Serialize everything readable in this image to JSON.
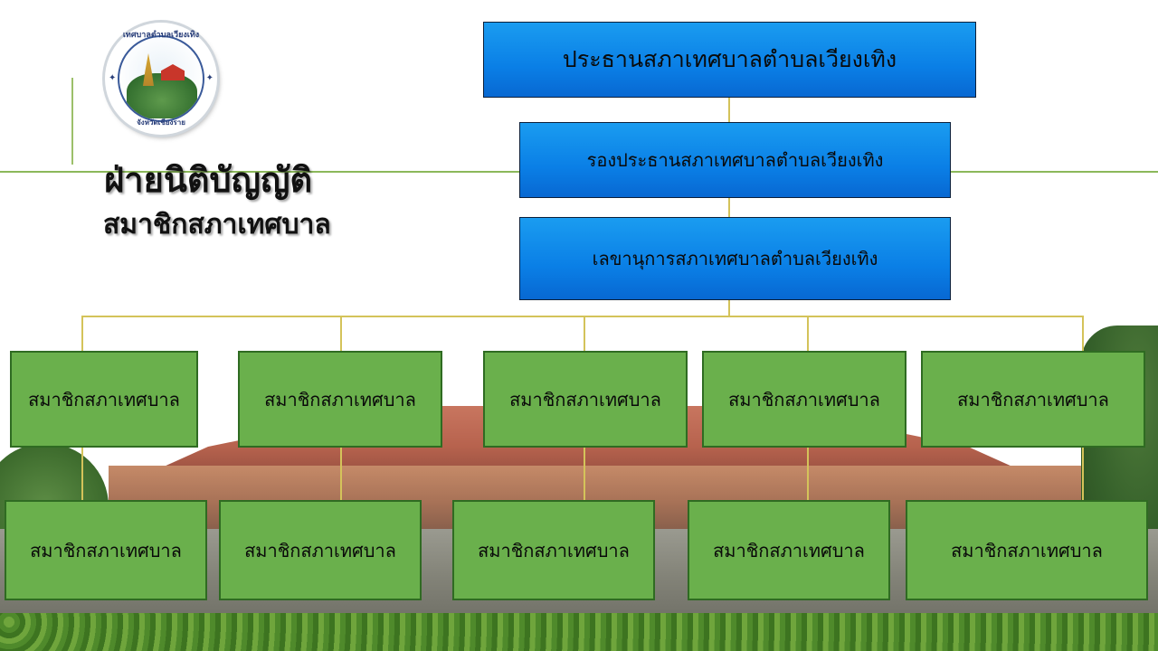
{
  "logo": {
    "name": "logo-seal",
    "text_top": "เทศบาลตำบลเวียงเทิง",
    "text_bottom": "จังหวัดเชียงราย"
  },
  "titles": {
    "main": "ฝ่ายนิติบัญญัติ",
    "sub": "สมาชิกสภาเทศบาล"
  },
  "org": {
    "president": "ประธานสภาเทศบาลตำบลเวียงเทิง",
    "vice_president": "รองประธานสภาเทศบาลตำบลเวียงเทิง",
    "secretary": "เลขานุการสภาเทศบาลตำบลเวียงเทิง",
    "members_row1": [
      "สมาชิกสภาเทศบาล",
      "สมาชิกสภาเทศบาล",
      "สมาชิกสภาเทศบาล",
      "สมาชิกสภาเทศบาล",
      "สมาชิกสภาเทศบาล"
    ],
    "members_row2": [
      "สมาชิกสภาเทศบาล",
      "สมาชิกสภาเทศบาล",
      "สมาชิกสภาเทศบาล",
      "สมาชิกสภาเทศบาล",
      "สมาชิกสภาเทศบาล"
    ]
  },
  "colors": {
    "top_box": "#0a7fe6",
    "member_box": "#6ab04c",
    "connector": "#d4c35a",
    "accent_line": "#8bb85a"
  }
}
